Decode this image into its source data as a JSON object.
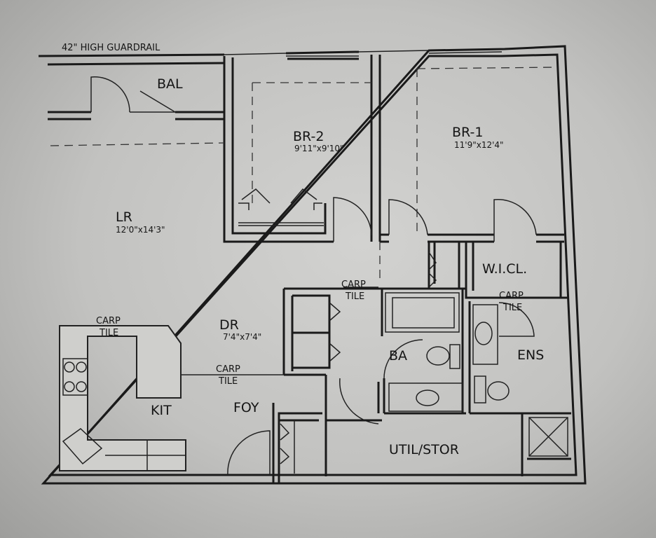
{
  "plan": {
    "note": "42\" HIGH GUARDRAIL",
    "rooms": {
      "bal": {
        "name": "BAL"
      },
      "br2": {
        "name": "BR-2",
        "size": "9'11\"x9'10\""
      },
      "br1": {
        "name": "BR-1",
        "size": "11'9\"x12'4\""
      },
      "lr": {
        "name": "LR",
        "size": "12'0\"x14'3\""
      },
      "dr": {
        "name": "DR",
        "size": "7'4\"x7'4\""
      },
      "ba": {
        "name": "BA"
      },
      "ens": {
        "name": "ENS"
      },
      "wicl": {
        "name": "W.I.CL."
      },
      "kit": {
        "name": "KIT"
      },
      "foy": {
        "name": "FOY"
      },
      "util": {
        "name": "UTIL/STOR"
      }
    },
    "transitions": {
      "top": "CARP",
      "bottom": "TILE"
    }
  }
}
